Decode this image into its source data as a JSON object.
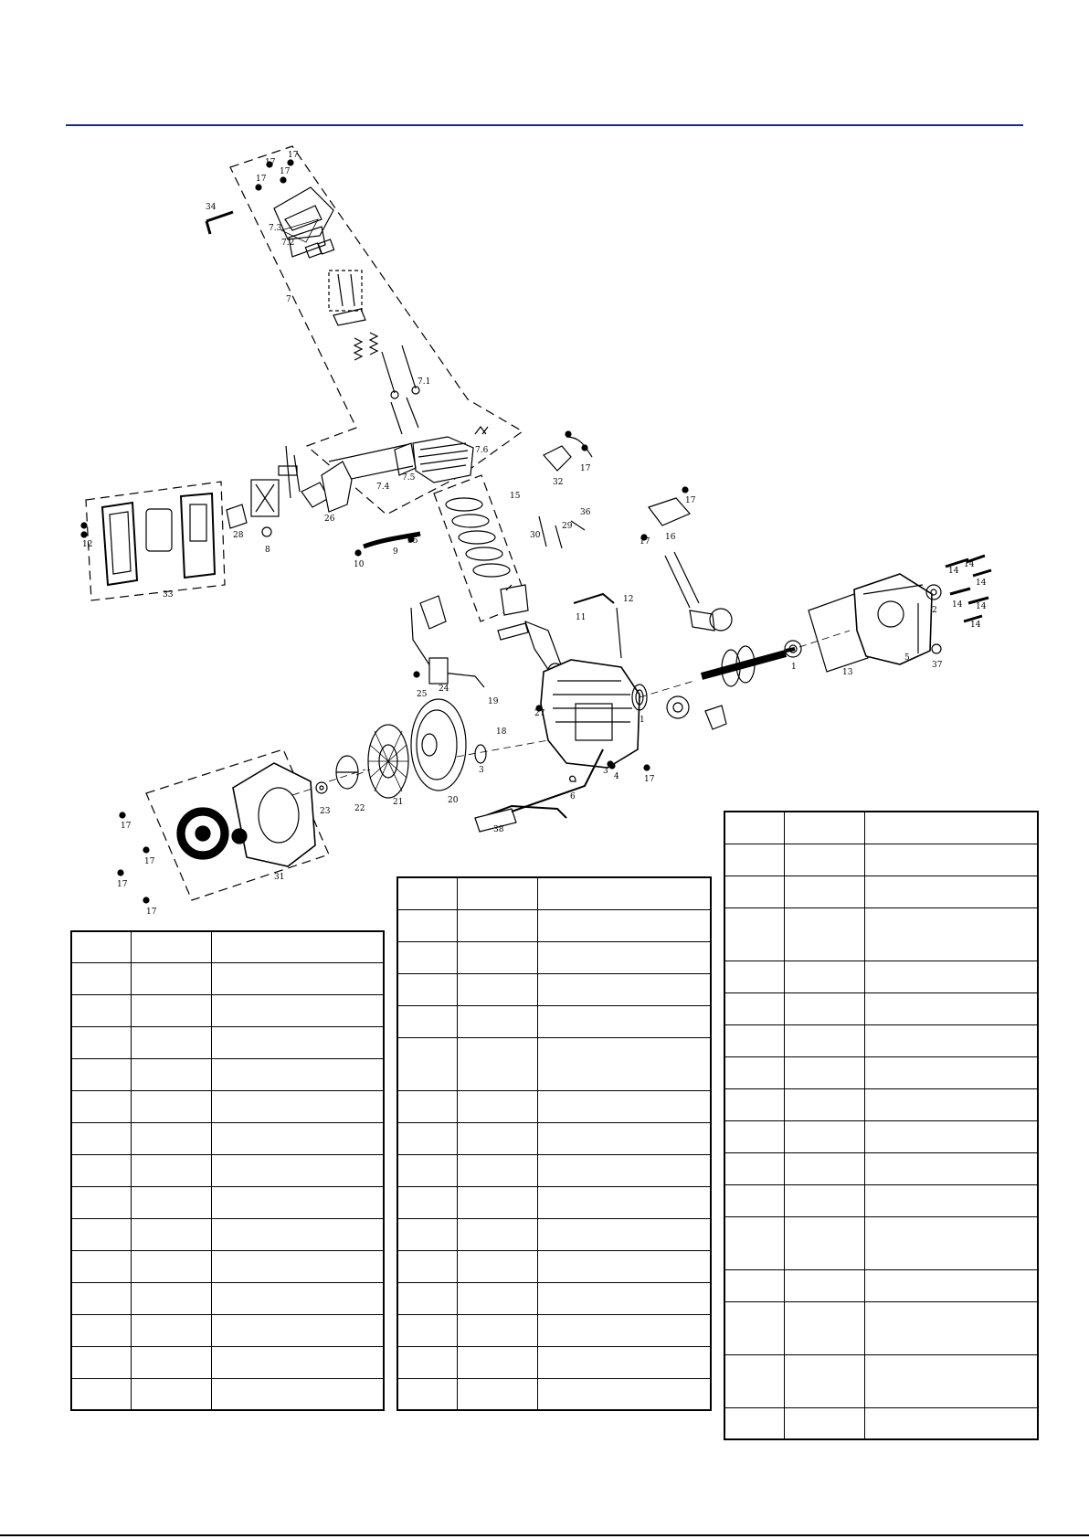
{
  "diagram": {
    "type": "exploded engine parts diagram",
    "callouts": [
      "1",
      "2",
      "3",
      "4",
      "5",
      "6",
      "7",
      "7.1",
      "7.2",
      "7.3",
      "7.4",
      "7.5",
      "7.6",
      "8",
      "9",
      "10",
      "11",
      "12",
      "13",
      "14",
      "15",
      "16",
      "17",
      "18",
      "19",
      "20",
      "21",
      "22",
      "23",
      "24",
      "25",
      "26",
      "27",
      "28",
      "29",
      "30",
      "31",
      "32",
      "33",
      "34",
      "35",
      "36",
      "37",
      "38"
    ]
  },
  "tables": [
    {
      "rows": 15,
      "tall_rows": []
    },
    {
      "rows": 16,
      "tall_rows": [
        5
      ]
    },
    {
      "rows": 18,
      "tall_rows": [
        3,
        12,
        14,
        15
      ]
    }
  ]
}
